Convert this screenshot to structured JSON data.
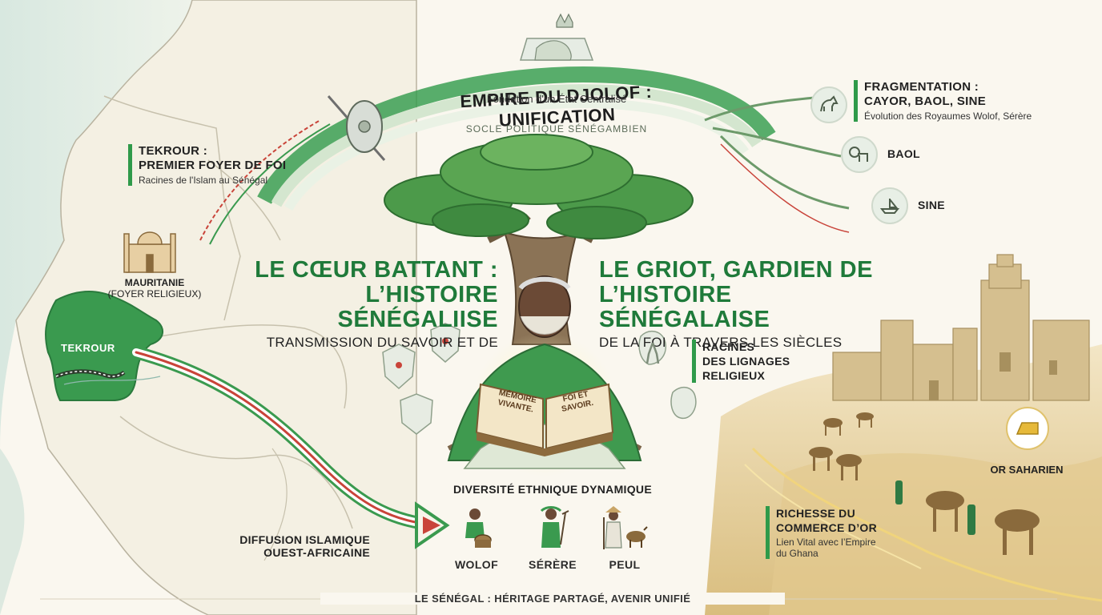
{
  "arc": {
    "title": "EMPIRE DU DJOLOF : UNIFICATION",
    "subtitle": "Fondation d'un État Centralisé",
    "socle": "Socle Politique Sénégambien"
  },
  "tekrour_block": {
    "title_line1": "TEKROUR :",
    "title_line2": "PREMIER FOYER DE FOI",
    "sub": "Racines de l'Islam au Sénégal"
  },
  "mauritanie": {
    "line1": "MAURITANIE",
    "line2": "(FOYER RELIGIEUX)"
  },
  "tekrour_map_label": "TEKROUR",
  "fragmentation": {
    "title_line1": "FRAGMENTATION :",
    "title_line2": "CAYOR, BAOL, SINE",
    "sub": "Évolution des Royaumes Wolof, Sérère"
  },
  "kingdoms": [
    {
      "label": "BAOL",
      "icon": "lion-icon"
    },
    {
      "label": "SINE",
      "icon": "boat-icon"
    }
  ],
  "center_left": {
    "line1": "LE CŒUR BATTANT :",
    "line2": "L’HISTOIRE SÉNÉGALIISE",
    "sub": "TRANSMISSION DU SAVOIR ET DE"
  },
  "center_right": {
    "line1": "LE GRIOT, GARDIEN DE",
    "line2": "L’HISTOIRE SÉNÉGALAISE",
    "sub": "DE LA FOI À TRAVERS LES SIÈCLES"
  },
  "book": {
    "left_page": "MÉMOIRE VIVANTE.",
    "right_page": "FOI ET SAVOIR."
  },
  "lignages": {
    "line1": "RACINES",
    "line2": "DES LIGNAGES",
    "line3": "RELIGIEUX"
  },
  "diversity": {
    "title": "DIVERSITÉ ETHNIQUE DYNAMIQUE",
    "groups": [
      {
        "name": "WOLOF",
        "icon": "drummer-icon"
      },
      {
        "name": "SÉRÈRE",
        "icon": "farmer-icon"
      },
      {
        "name": "PEUL",
        "icon": "herder-icon"
      }
    ]
  },
  "diffusion": {
    "line1": "DIFFUSION ISLAMIQUE",
    "line2": "OUEST-AFRICAINE"
  },
  "gold": {
    "label": "OR SAHARIEN"
  },
  "commerce": {
    "title_line1": "RICHESSE DU",
    "title_line2": "COMMERCE D’OR",
    "sub_line1": "Lien Vital avec l’Empire",
    "sub_line2": "du Ghana"
  },
  "footer": "LE SÉNÉGAL : HÉRITAGE PARTAGÉ, AVENIR UNIFIÉ",
  "colors": {
    "accent_green": "#1f7a3a",
    "map_green": "#3a9a4f",
    "sand": "#e6d3a3",
    "red": "#c9443a"
  }
}
